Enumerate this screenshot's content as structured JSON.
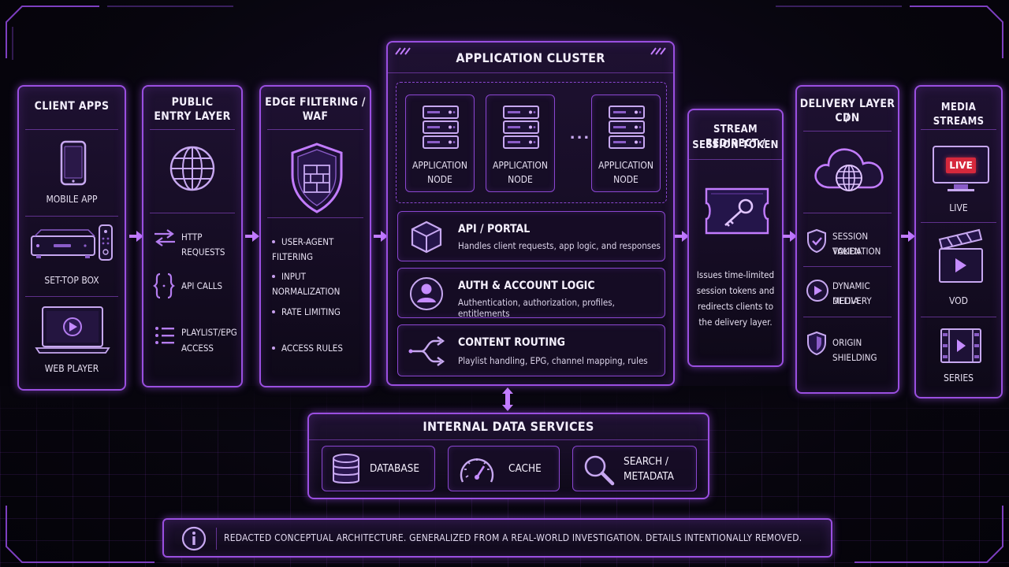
{
  "columns": {
    "client_apps": {
      "title": "CLIENT APPS",
      "items": [
        "MOBILE APP",
        "SET-TOP BOX",
        "WEB PLAYER"
      ]
    },
    "public_entry": {
      "title_line1": "PUBLIC",
      "title_line2": "ENTRY LAYER",
      "items": [
        "HTTP REQUESTS",
        "API CALLS",
        "PLAYLIST/EPG",
        "ACCESS"
      ]
    },
    "edge": {
      "title_line1": "EDGE FILTERING /",
      "title_line2": "WAF",
      "items": [
        "USER-AGENT FILTERING",
        "INPUT NORMALIZATION",
        "RATE LIMITING",
        "ACCESS RULES"
      ]
    },
    "cluster": {
      "title": "APPLICATION CLUSTER",
      "node_line1": "APPLICATION",
      "node_line2": "NODE",
      "ellipsis": "...",
      "cards": [
        {
          "title": "API / PORTAL",
          "desc": "Handles client requests, app logic, and responses"
        },
        {
          "title": "AUTH & ACCOUNT LOGIC",
          "desc": "Authentication, authorization, profiles, entitlements"
        },
        {
          "title": "CONTENT ROUTING",
          "desc": "Playlist handling, EPG, channel mapping, rules"
        }
      ]
    },
    "stream_redirect": {
      "title_line1": "STREAM REDIRECT /",
      "title_line2": "SESSION TOKEN",
      "desc": [
        "Issues time-limited",
        "session tokens and",
        "redirects clients to",
        "the delivery layer."
      ]
    },
    "delivery": {
      "title_line1": "DELIVERY LAYER /",
      "title_line2": "CDN",
      "items": [
        {
          "line1": "SESSION TOKEN",
          "line2": "VALIDATION"
        },
        {
          "line1": "DYNAMIC MEDIA",
          "line2": "DELIVERY"
        },
        {
          "line1": "ORIGIN SHIELDING",
          "line2": ""
        }
      ]
    },
    "media": {
      "title": "MEDIA STREAMS",
      "live_badge": "LIVE",
      "items": [
        "LIVE",
        "VOD",
        "SERIES"
      ]
    }
  },
  "internal": {
    "title": "INTERNAL DATA SERVICES",
    "items": [
      {
        "line1": "DATABASE",
        "line2": ""
      },
      {
        "line1": "CACHE",
        "line2": ""
      },
      {
        "line1": "SEARCH /",
        "line2": "METADATA"
      }
    ]
  },
  "footer": {
    "text": "REDACTED CONCEPTUAL ARCHITECTURE. GENERALIZED FROM A REAL-WORLD INVESTIGATION. DETAILS INTENTIONALLY REMOVED."
  },
  "colors": {
    "accent": "#9a4fe0",
    "accent_bright": "#c27cff",
    "live_red": "#d6283c",
    "background": "#06040c"
  }
}
